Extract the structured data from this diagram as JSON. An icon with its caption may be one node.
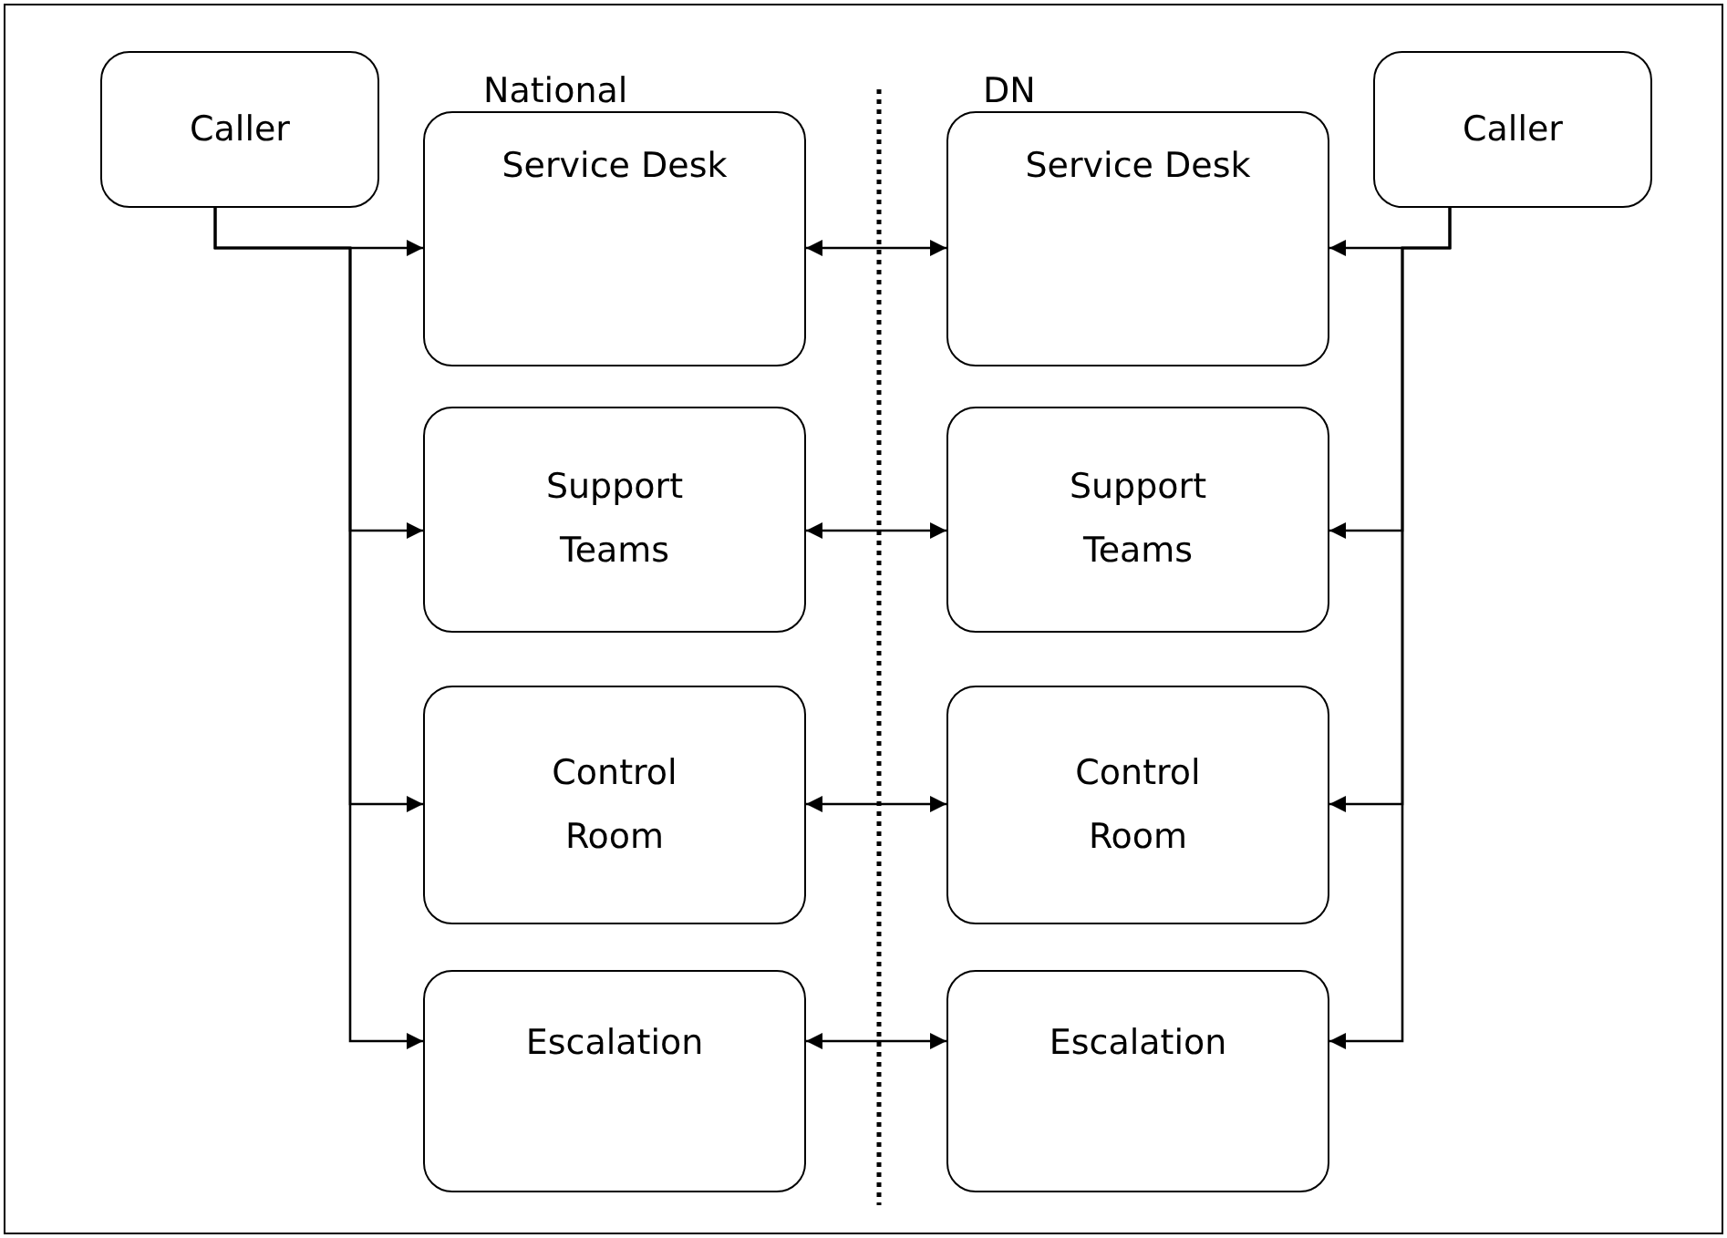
{
  "diagram": {
    "nodes": [
      {
        "text": [
          "Caller"
        ]
      },
      {
        "text": [
          "Service Desk"
        ]
      },
      {
        "text": [
          "Support Teams"
        ]
      },
      {
        "text": [
          "Control Room"
        ]
      },
      {
        "text": [
          "Escalation"
        ]
      },
      {
        "text": [
          "Caller"
        ]
      },
      {
        "text": [
          "Service Desk"
        ]
      },
      {
        "text": [
          "Support Teams"
        ]
      },
      {
        "text": [
          "Control Room"
        ]
      },
      {
        "text": [
          "Escalation"
        ]
      }
    ],
    "edges": [
      {
        "from": 0,
        "to": 1,
        "arrow": "to"
      },
      {
        "from": 0,
        "to": 2,
        "arrow": "to"
      },
      {
        "from": 0,
        "to": 3,
        "arrow": "to"
      },
      {
        "from": 0,
        "to": 4,
        "arrow": "to"
      },
      {
        "from": 5,
        "to": 6,
        "arrow": "to"
      },
      {
        "from": 5,
        "to": 7,
        "arrow": "to"
      },
      {
        "from": 5,
        "to": 8,
        "arrow": "to"
      },
      {
        "from": 5,
        "to": 9,
        "arrow": "to"
      },
      {
        "from": 1,
        "to": 6,
        "arrow": "both"
      },
      {
        "from": 2,
        "to": 7,
        "arrow": "both"
      },
      {
        "from": 3,
        "to": 8,
        "arrow": "both"
      },
      {
        "from": 4,
        "to": 9,
        "arrow": "both"
      }
    ],
    "labels": [
      "National",
      "DN"
    ]
  }
}
